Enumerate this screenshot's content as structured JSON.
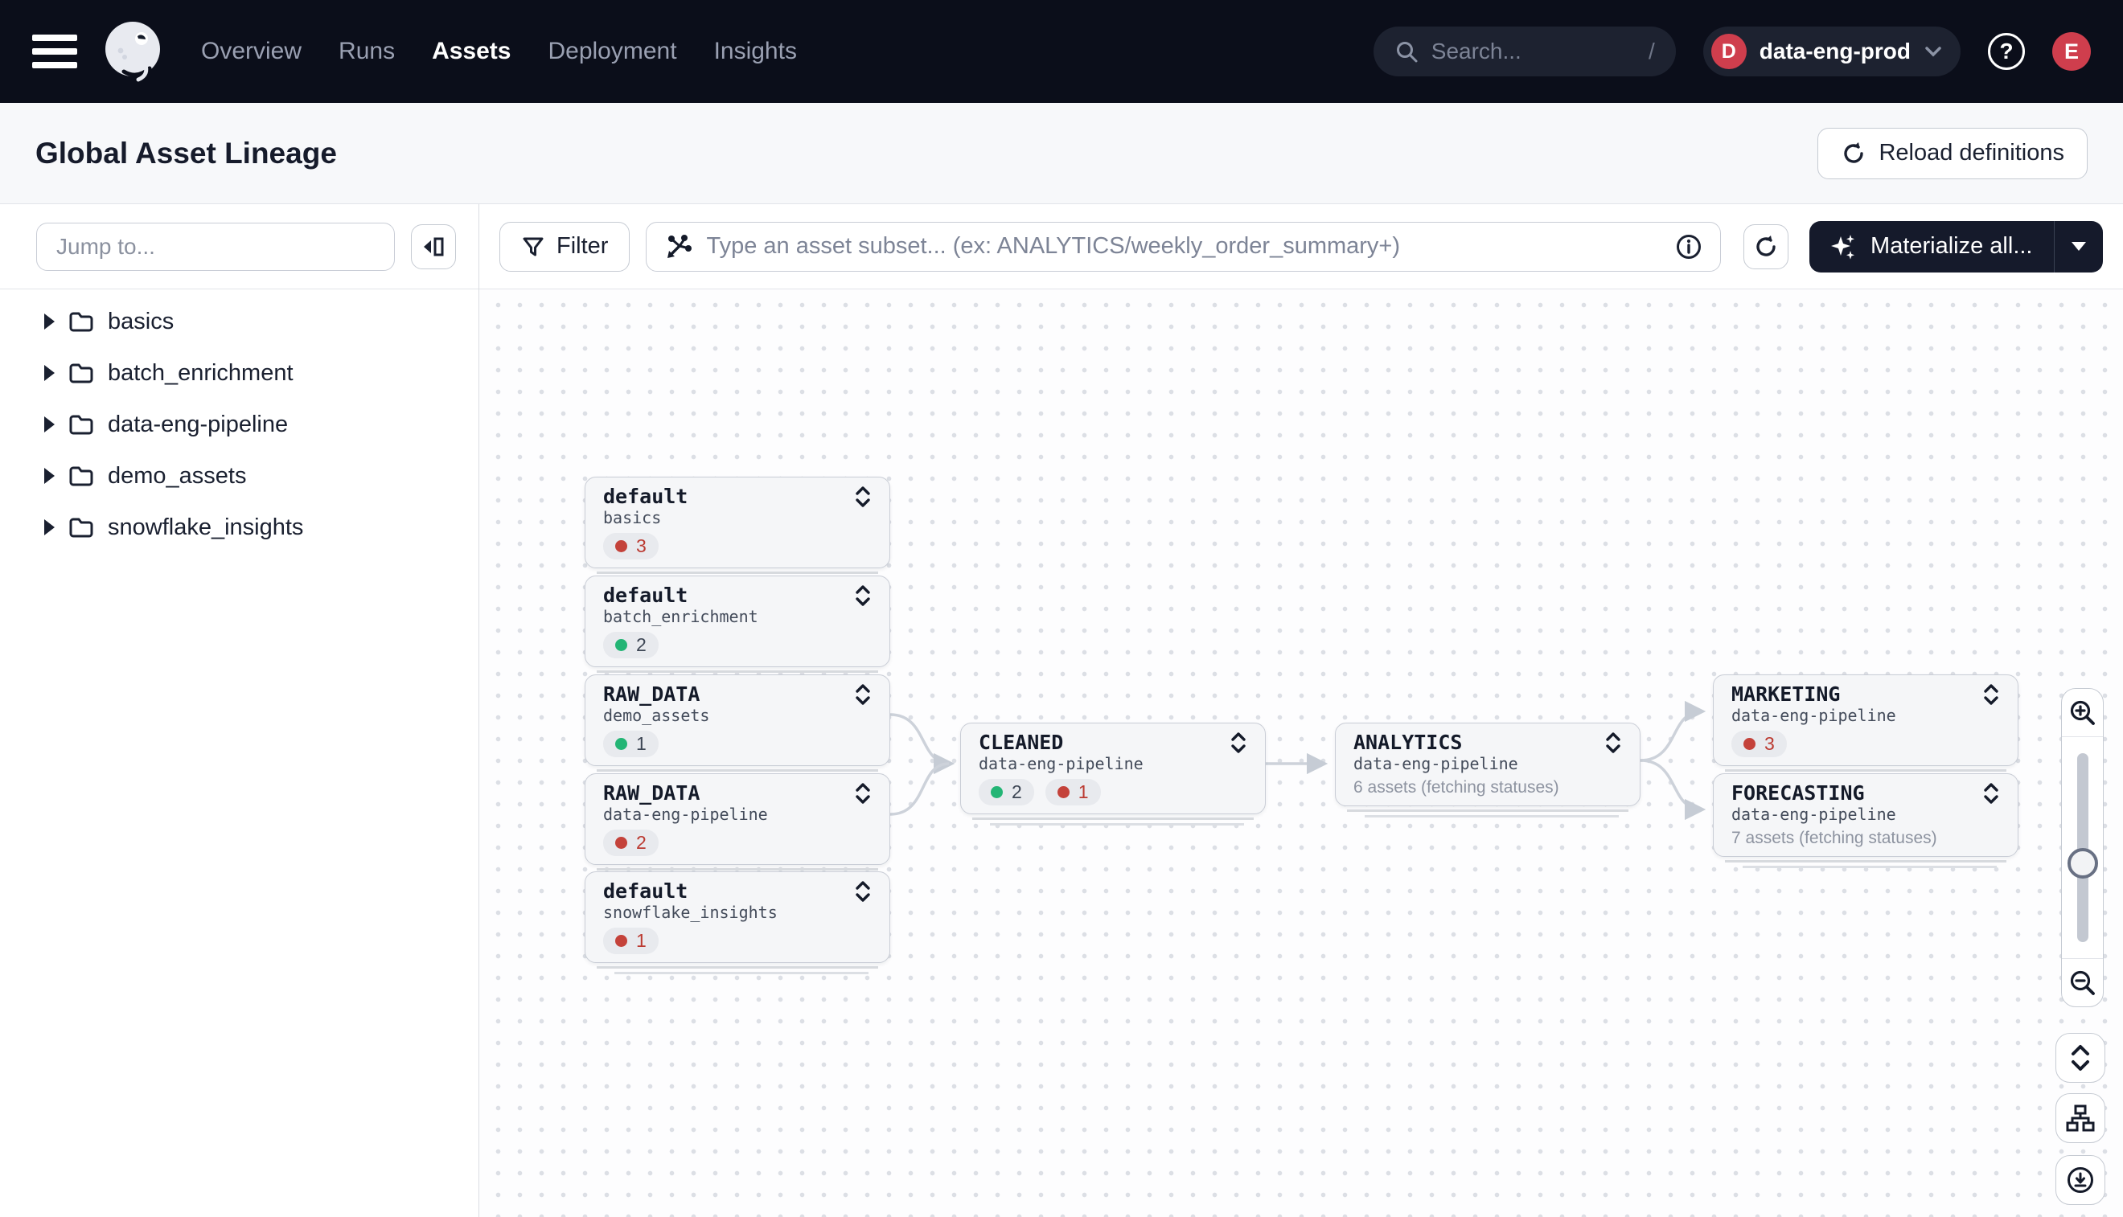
{
  "nav": {
    "links": [
      {
        "label": "Overview"
      },
      {
        "label": "Runs"
      },
      {
        "label": "Assets",
        "active": true
      },
      {
        "label": "Deployment"
      },
      {
        "label": "Insights"
      }
    ],
    "search": {
      "placeholder": "Search...",
      "shortcut": "/"
    },
    "deployment": {
      "initial": "D",
      "name": "data-eng-prod"
    },
    "user_initial": "E"
  },
  "header": {
    "title": "Global Asset Lineage",
    "reload_button": "Reload definitions"
  },
  "sidebar": {
    "jump_placeholder": "Jump to...",
    "folders": [
      {
        "label": "basics"
      },
      {
        "label": "batch_enrichment"
      },
      {
        "label": "data-eng-pipeline"
      },
      {
        "label": "demo_assets"
      },
      {
        "label": "snowflake_insights"
      }
    ]
  },
  "toolbar": {
    "filter_label": "Filter",
    "subset_placeholder": "Type an asset subset... (ex: ANALYTICS/weekly_order_summary+)",
    "materialize_label": "Materialize all..."
  },
  "graph": {
    "nodes": [
      {
        "title": "default",
        "subtitle": "basics",
        "badges": [
          {
            "count": 3,
            "status": "failed"
          }
        ]
      },
      {
        "title": "default",
        "subtitle": "batch_enrichment",
        "badges": [
          {
            "count": 2,
            "status": "success"
          }
        ]
      },
      {
        "title": "RAW_DATA",
        "subtitle": "demo_assets",
        "badges": [
          {
            "count": 1,
            "status": "success"
          }
        ]
      },
      {
        "title": "RAW_DATA",
        "subtitle": "data-eng-pipeline",
        "badges": [
          {
            "count": 2,
            "status": "failed"
          }
        ]
      },
      {
        "title": "default",
        "subtitle": "snowflake_insights",
        "badges": [
          {
            "count": 1,
            "status": "failed"
          }
        ]
      },
      {
        "title": "CLEANED",
        "subtitle": "data-eng-pipeline",
        "badges": [
          {
            "count": 2,
            "status": "success"
          },
          {
            "count": 1,
            "status": "failed"
          }
        ]
      },
      {
        "title": "ANALYTICS",
        "subtitle": "data-eng-pipeline",
        "status_text": "6 assets (fetching statuses)"
      },
      {
        "title": "MARKETING",
        "subtitle": "data-eng-pipeline",
        "badges": [
          {
            "count": 3,
            "status": "failed"
          }
        ]
      },
      {
        "title": "FORECASTING",
        "subtitle": "data-eng-pipeline",
        "status_text": "7 assets (fetching statuses)"
      }
    ]
  },
  "colors": {
    "nav_bg": "#0b0e1a",
    "accent_red": "#cf3e4d",
    "badge_red": "#c4423a",
    "badge_green": "#23b575",
    "edge": "#cdd2da",
    "node_bg": "#f5f6f8",
    "border": "#c9cdd6"
  },
  "icons": {
    "hamburger-icon": "three horizontal bars",
    "dagster-logo": "octopus mark in circle",
    "search-icon": "magnifier",
    "help-icon": "question mark ring",
    "reload-icon": "circular arrow",
    "collapse-panel-icon": "left triangle + panel",
    "folder-icon": "folder outline",
    "caret-right-icon": "filled right triangle",
    "filter-icon": "funnel",
    "asset-subset-icon": "lineage fan-out",
    "info-icon": "circled i",
    "sparkle-icon": "four point star",
    "unfold-icon": "chevron up/down",
    "zoom-in-icon": "magnifier plus",
    "zoom-out-icon": "magnifier minus",
    "expand-rows-icon": "chevrons vertical",
    "hierarchy-icon": "org chart",
    "download-icon": "circled down arrow"
  }
}
